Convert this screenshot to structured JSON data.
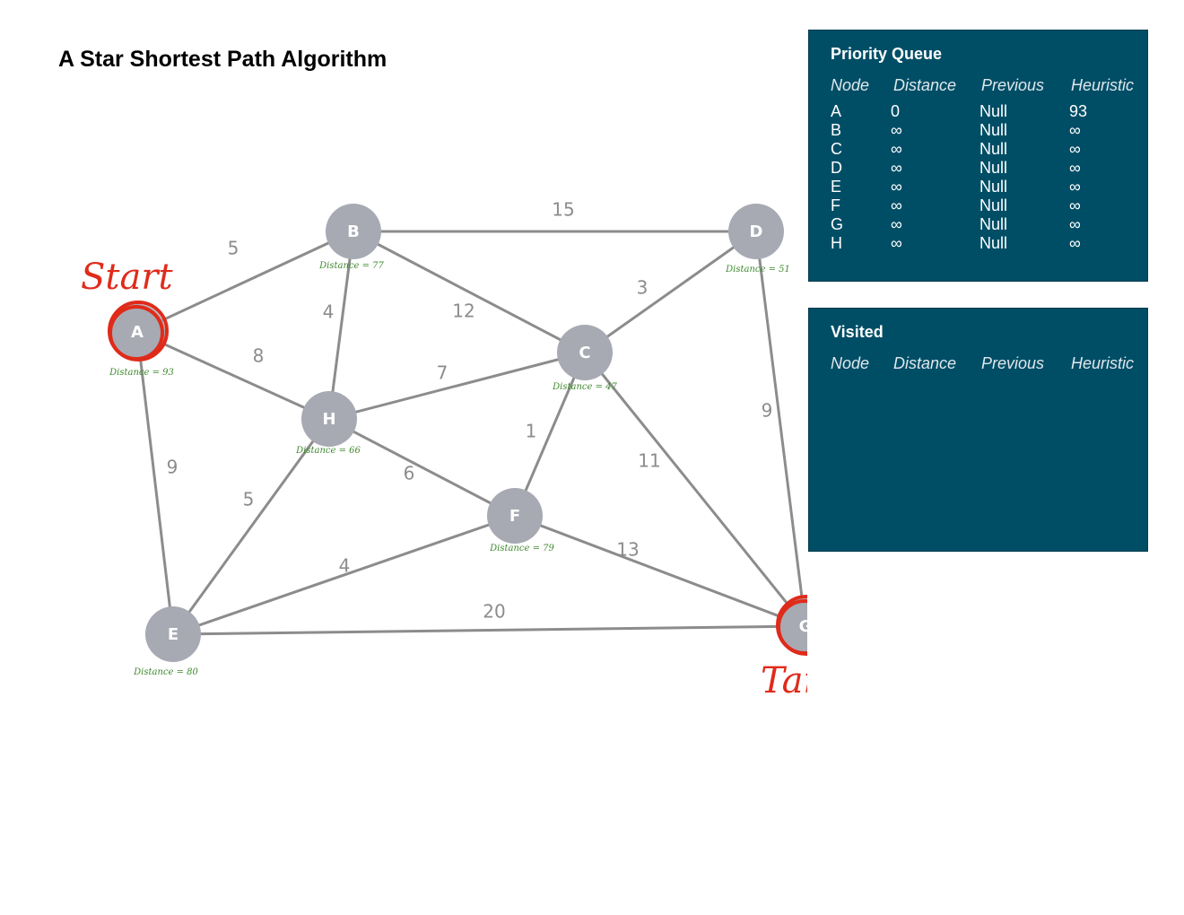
{
  "title": "A Star Shortest Path Algorithm",
  "graph": {
    "nodes": [
      {
        "id": "A",
        "label": "A",
        "note": "Distance = 93"
      },
      {
        "id": "B",
        "label": "B",
        "note": "Distance = 77"
      },
      {
        "id": "C",
        "label": "C",
        "note": "Distance = 47"
      },
      {
        "id": "D",
        "label": "D",
        "note": "Distance = 51"
      },
      {
        "id": "E",
        "label": "E",
        "note": "Distance = 80"
      },
      {
        "id": "F",
        "label": "F",
        "note": "Distance = 79"
      },
      {
        "id": "G",
        "label": "G",
        "note": ""
      },
      {
        "id": "H",
        "label": "H",
        "note": "Distance = 66"
      }
    ],
    "edges": [
      {
        "from": "A",
        "to": "B",
        "weight": "5"
      },
      {
        "from": "B",
        "to": "D",
        "weight": "15"
      },
      {
        "from": "B",
        "to": "H",
        "weight": "4"
      },
      {
        "from": "B",
        "to": "C",
        "weight": "12"
      },
      {
        "from": "D",
        "to": "C",
        "weight": "3"
      },
      {
        "from": "D",
        "to": "G",
        "weight": "9"
      },
      {
        "from": "A",
        "to": "H",
        "weight": "8"
      },
      {
        "from": "A",
        "to": "E",
        "weight": "9"
      },
      {
        "from": "H",
        "to": "C",
        "weight": "7"
      },
      {
        "from": "C",
        "to": "F",
        "weight": "1"
      },
      {
        "from": "C",
        "to": "G",
        "weight": "11"
      },
      {
        "from": "H",
        "to": "F",
        "weight": "6"
      },
      {
        "from": "H",
        "to": "E",
        "weight": "5"
      },
      {
        "from": "F",
        "to": "E",
        "weight": "4"
      },
      {
        "from": "F",
        "to": "G",
        "weight": "13"
      },
      {
        "from": "E",
        "to": "G",
        "weight": "20"
      }
    ],
    "start": {
      "node": "A",
      "label": "Start"
    },
    "target": {
      "node": "G",
      "label": "Target"
    },
    "colors": {
      "node": "#a7aab3",
      "edge": "#8c8c8c",
      "highlight": "#e02b1a",
      "note": "#3f8a2e",
      "panel": "#004e66"
    }
  },
  "priority_queue": {
    "title": "Priority Queue",
    "columns": [
      "Node",
      "Distance",
      "Previous",
      "Heuristic"
    ],
    "rows": [
      [
        "A",
        "0",
        "Null",
        "93"
      ],
      [
        "B",
        "∞",
        "Null",
        "∞"
      ],
      [
        "C",
        "∞",
        "Null",
        "∞"
      ],
      [
        "D",
        "∞",
        "Null",
        "∞"
      ],
      [
        "E",
        "∞",
        "Null",
        "∞"
      ],
      [
        "F",
        "∞",
        "Null",
        "∞"
      ],
      [
        "G",
        "∞",
        "Null",
        "∞"
      ],
      [
        "H",
        "∞",
        "Null",
        "∞"
      ]
    ]
  },
  "visited": {
    "title": "Visited",
    "columns": [
      "Node",
      "Distance",
      "Previous",
      "Heuristic"
    ],
    "rows": []
  }
}
